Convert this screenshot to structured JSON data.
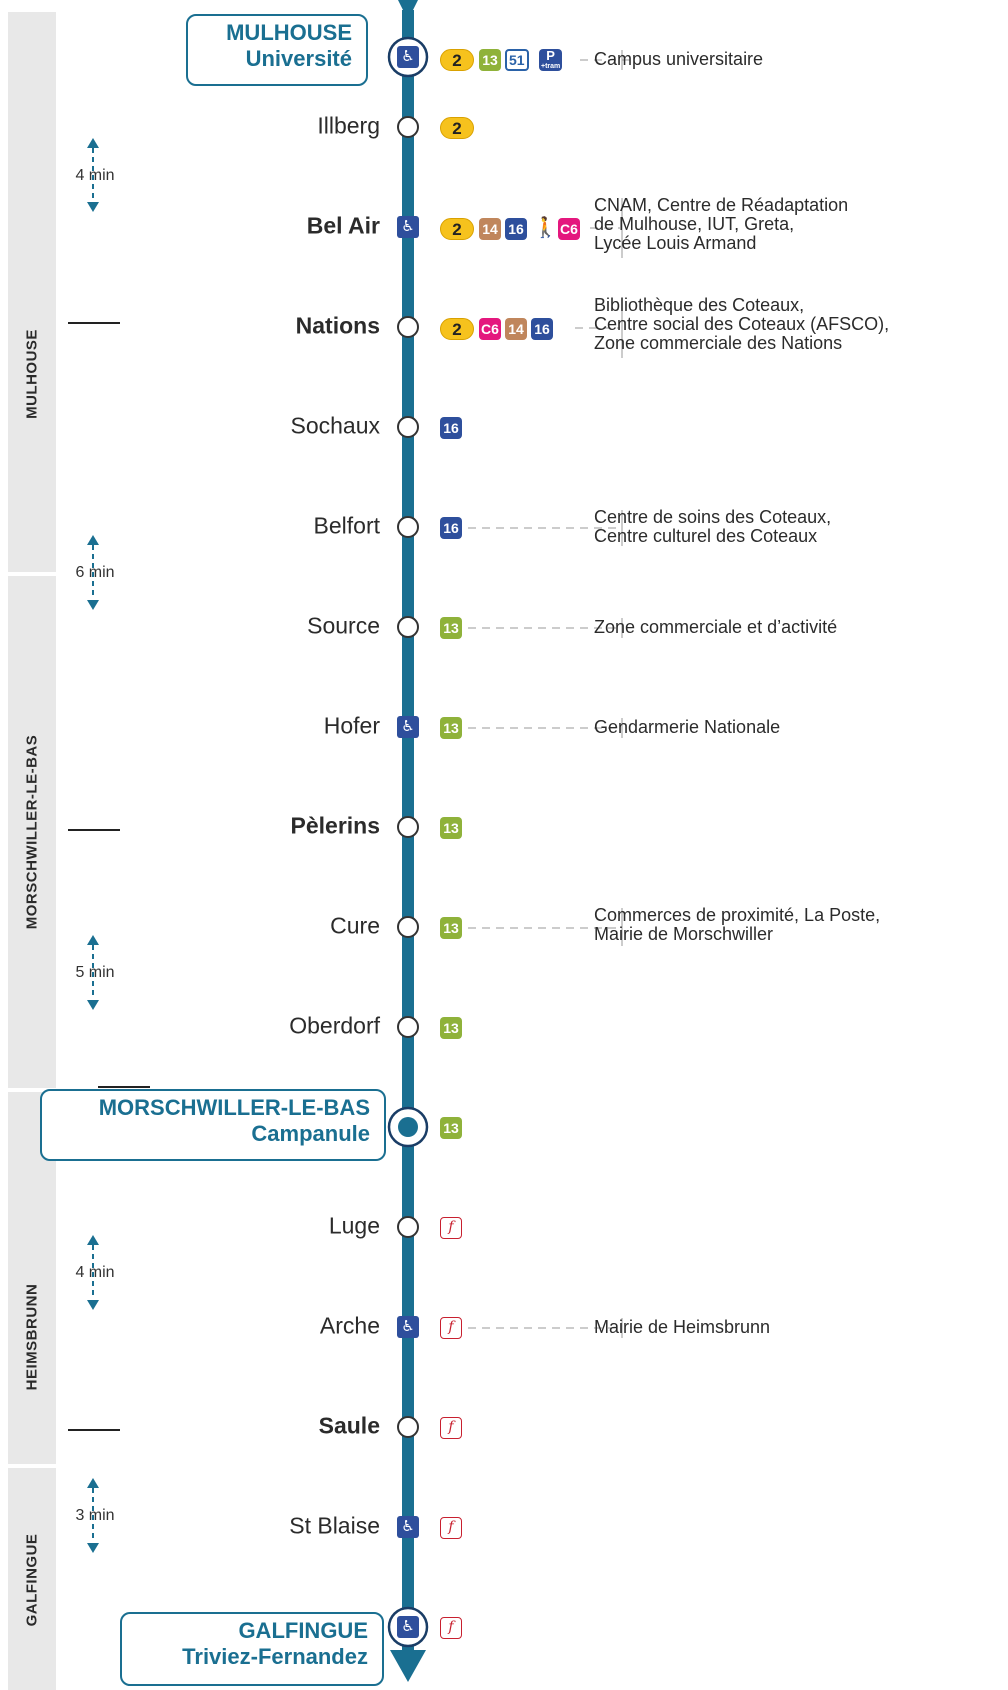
{
  "zones": [
    {
      "name": "MULHOUSE"
    },
    {
      "name": "MORSCHWILLER-LE-BAS"
    },
    {
      "name": "HEIMSBRUNN"
    },
    {
      "name": "GALFINGUE"
    }
  ],
  "terminus_start": {
    "line1": "MULHOUSE",
    "line2": "Université"
  },
  "terminus_mid": {
    "line1": "MORSCHWILLER-LE-BAS",
    "line2": "Campanule"
  },
  "terminus_end": {
    "line1": "GALFINGUE",
    "line2": "Triviez-Fernandez"
  },
  "stops": [
    {
      "name": "Illberg"
    },
    {
      "name": "Bel Air"
    },
    {
      "name": "Nations"
    },
    {
      "name": "Sochaux"
    },
    {
      "name": "Belfort"
    },
    {
      "name": "Source"
    },
    {
      "name": "Hofer"
    },
    {
      "name": "Pèlerins"
    },
    {
      "name": "Cure"
    },
    {
      "name": "Oberdorf"
    },
    {
      "name": "Luge"
    },
    {
      "name": "Arche"
    },
    {
      "name": "Saule"
    },
    {
      "name": "St Blaise"
    }
  ],
  "lines": {
    "l2": "2",
    "l13": "13",
    "l14": "14",
    "l16": "16",
    "l51": "51",
    "p": "P",
    "p_sub": "+tram",
    "c6": "C6",
    "f": "f"
  },
  "icons": {
    "wheelchair": "wheelchair-icon",
    "walk": "walk-icon"
  },
  "destinations": {
    "universite": [
      "Campus universitaire"
    ],
    "belair": [
      "CNAM, Centre de Réadaptation",
      "de Mulhouse, IUT, Greta,",
      "Lycée Louis Armand"
    ],
    "nations": [
      "Bibliothèque des Coteaux,",
      "Centre social des Coteaux (AFSCO),",
      "Zone commerciale des Nations"
    ],
    "belfort": [
      "Centre de soins des Coteaux,",
      "Centre culturel des Coteaux"
    ],
    "source": [
      "Zone commerciale et d’activité"
    ],
    "hofer": [
      "Gendarmerie Nationale"
    ],
    "cure": [
      "Commerces de proximité, La Poste,",
      "Mairie de Morschwiller"
    ],
    "arche": [
      "Mairie de Heimsbrunn"
    ]
  },
  "times": [
    "4 min",
    "6 min",
    "5 min",
    "4 min",
    "3 min"
  ],
  "colors": {
    "line": "#1a6f91",
    "zone_band": "#e8e8e8",
    "l2": "#f6c21d",
    "l13": "#8fb23a",
    "l14": "#c0865c",
    "l16": "#2e4f9c",
    "c6": "#e4177e",
    "f": "#c8202f"
  }
}
